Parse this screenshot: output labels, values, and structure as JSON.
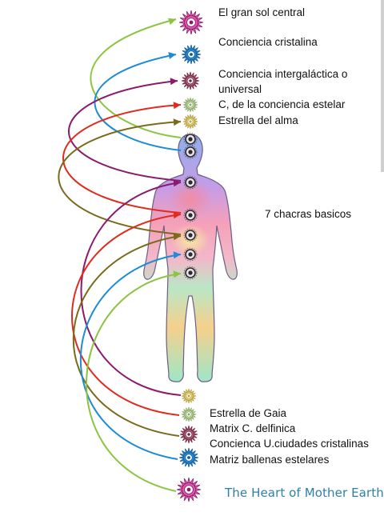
{
  "labels": {
    "gran_sol": "El gran sol central",
    "cristalina": "Conciencia cristalina",
    "intergalactica_1": "Conciencia intergaláctica o",
    "intergalactica_2": "universal",
    "estelar": "C, de la conciencia estelar",
    "alma": "Estrella del alma",
    "chacras": "7 chacras basicos",
    "gaia": "Estrella de Gaia",
    "delfinica": "Matrix C. delfinica",
    "ciudades": "Concienca U.ciudades cristalinas",
    "ballenas": "Matriz ballenas estelares"
  },
  "brand": "The Heart of Mother Earth",
  "colors": {
    "green": "#8bc43f",
    "blue": "#1e8bd6",
    "purple": "#8a1a6e",
    "red": "#e02b1f",
    "olive": "#7a6a1c"
  },
  "icons": [
    "mandala-icon",
    "chakra-dot-icon",
    "human-figure"
  ]
}
